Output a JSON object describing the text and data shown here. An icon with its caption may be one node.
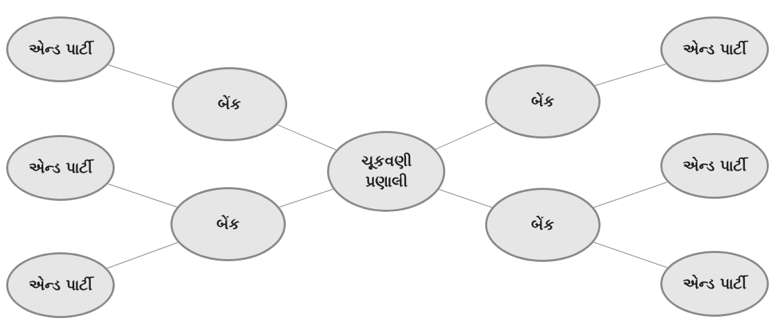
{
  "diagram": {
    "nodes": [
      {
        "text": [
          "ચૂકવણી પ્રણાલી"
        ]
      },
      {
        "text": [
          "બેંક"
        ]
      },
      {
        "text": [
          "બેંક"
        ]
      },
      {
        "text": [
          "બેંક"
        ]
      },
      {
        "text": [
          "બેંક"
        ]
      },
      {
        "text": [
          "એન્ડ પાર્ટી"
        ]
      },
      {
        "text": [
          "એન્ડ પાર્ટી"
        ]
      },
      {
        "text": [
          "એન્ડ પાર્ટી"
        ]
      },
      {
        "text": [
          "એન્ડ પાર્ટી"
        ]
      },
      {
        "text": [
          "એન્ડ પાર્ટી"
        ]
      },
      {
        "text": [
          "એન્ડ પાર્ટી"
        ]
      }
    ],
    "edges": [
      {
        "from": 1,
        "to": 0,
        "arrow": "none"
      },
      {
        "from": 2,
        "to": 0,
        "arrow": "none"
      },
      {
        "from": 0,
        "to": 3,
        "arrow": "none"
      },
      {
        "from": 0,
        "to": 4,
        "arrow": "none"
      },
      {
        "from": 5,
        "to": 1,
        "arrow": "none"
      },
      {
        "from": 6,
        "to": 2,
        "arrow": "none"
      },
      {
        "from": 7,
        "to": 2,
        "arrow": "none"
      },
      {
        "from": 3,
        "to": 8,
        "arrow": "none"
      },
      {
        "from": 4,
        "to": 9,
        "arrow": "none"
      },
      {
        "from": 4,
        "to": 10,
        "arrow": "none"
      }
    ]
  }
}
